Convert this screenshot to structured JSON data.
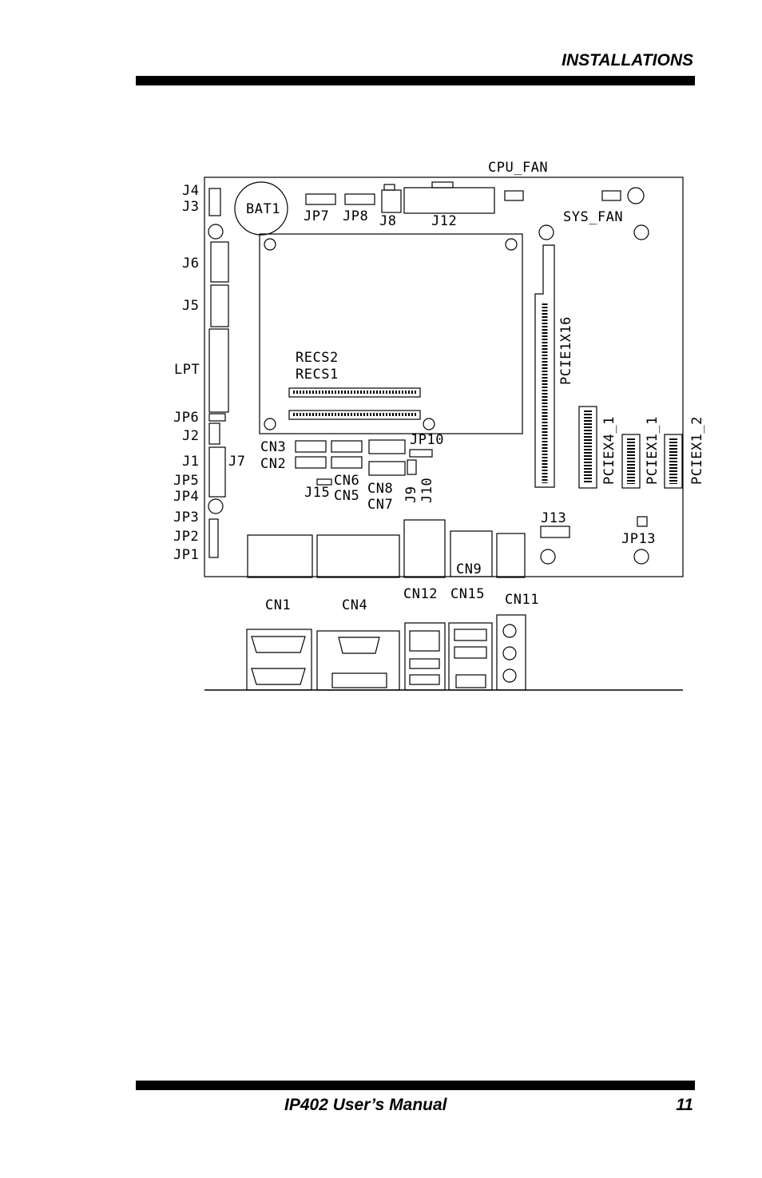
{
  "header": {
    "section_title": "INSTALLATIONS"
  },
  "footer": {
    "manual_title": "IP402 User’s Manual",
    "page_number": "11"
  },
  "diagram": {
    "labels": {
      "cpu_fan": "CPU_FAN",
      "sys_fan": "SYS_FAN",
      "j4": "J4",
      "j3": "J3",
      "bat1": "BAT1",
      "jp7": "JP7",
      "jp8": "JP8",
      "j8": "J8",
      "j12": "J12",
      "j6": "J6",
      "j5": "J5",
      "lpt": "LPT",
      "jp6": "JP6",
      "j2": "J2",
      "j1": "J1",
      "j7": "J7",
      "jp5": "JP5",
      "jp4": "JP4",
      "jp3": "JP3",
      "jp2": "JP2",
      "jp1": "JP1",
      "recs2": "RECS2",
      "recs1": "RECS1",
      "cn3": "CN3",
      "cn2": "CN2",
      "cn6": "CN6",
      "cn5": "CN5",
      "cn8": "CN8",
      "cn7": "CN7",
      "jp10": "JP10",
      "j9": "J9",
      "j10": "J10",
      "j15": "J15",
      "pcie1x16": "PCIE1X16",
      "pciex4_1": "PCIEX4_1",
      "pciex1_1": "PCIEX1_1",
      "pciex1_2": "PCIEX1_2",
      "j13": "J13",
      "jp13": "JP13",
      "cn1": "CN1",
      "cn4": "CN4",
      "cn12": "CN12",
      "cn15": "CN15",
      "cn9": "CN9",
      "cn11": "CN11"
    }
  }
}
